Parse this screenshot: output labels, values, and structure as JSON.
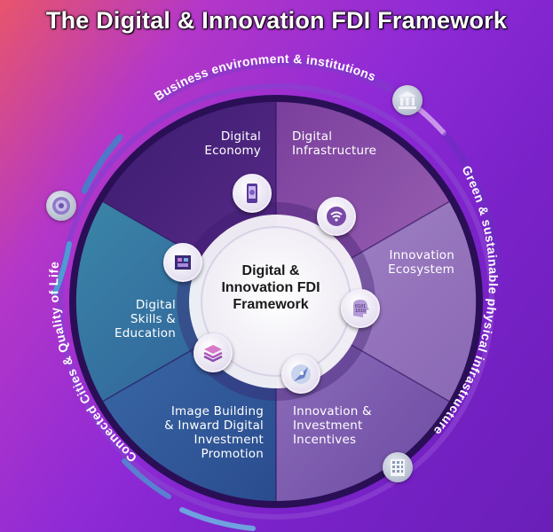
{
  "title": "The Digital & Innovation FDI Framework",
  "center": {
    "line1": "Digital &",
    "line2": "Innovation FDI",
    "line3": "Framework"
  },
  "segments": {
    "digital_economy": {
      "line1": "Digital",
      "line2": "Economy"
    },
    "digital_infrastructure": {
      "line1": "Digital",
      "line2": "Infrastructure"
    },
    "innovation_ecosystem": {
      "line1": "Innovation",
      "line2": "Ecosystem"
    },
    "innovation_incentives": {
      "line1": "Innovation &",
      "line2": "Investment",
      "line3": "Incentives"
    },
    "image_building": {
      "line1": "Image Building",
      "line2": "& Inward Digital",
      "line3": "Investment",
      "line4": "Promotion"
    },
    "digital_skills": {
      "line1": "Digital",
      "line2": "Skills &",
      "line3": "Education"
    }
  },
  "outer_ring": {
    "business": "Business environment & institutions",
    "green": "Green & sustainable physical infrastructure",
    "connected": "Connected Cities & Quality of Life"
  },
  "icons": {
    "digital_economy": "mobile-payment-icon",
    "digital_infrastructure": "wifi-icon",
    "innovation_ecosystem": "binary-head-icon",
    "innovation_incentives": "rocket-icon",
    "image_building": "layers-icon",
    "digital_skills": "chip-icon",
    "business": "institution-building-icon",
    "green": "office-building-icon",
    "connected": "city-target-icon"
  },
  "colors": {
    "seg_economy": "#4a2478",
    "seg_infrastructure": "#8a4fa6",
    "seg_ecosystem": "#9a7ac0",
    "seg_incentives": "#8360b0",
    "seg_image": "#2d5a98",
    "seg_skills": "#3877a3",
    "ring_purple": "#9b5cc9",
    "ring_blue": "#5a8ed0"
  }
}
